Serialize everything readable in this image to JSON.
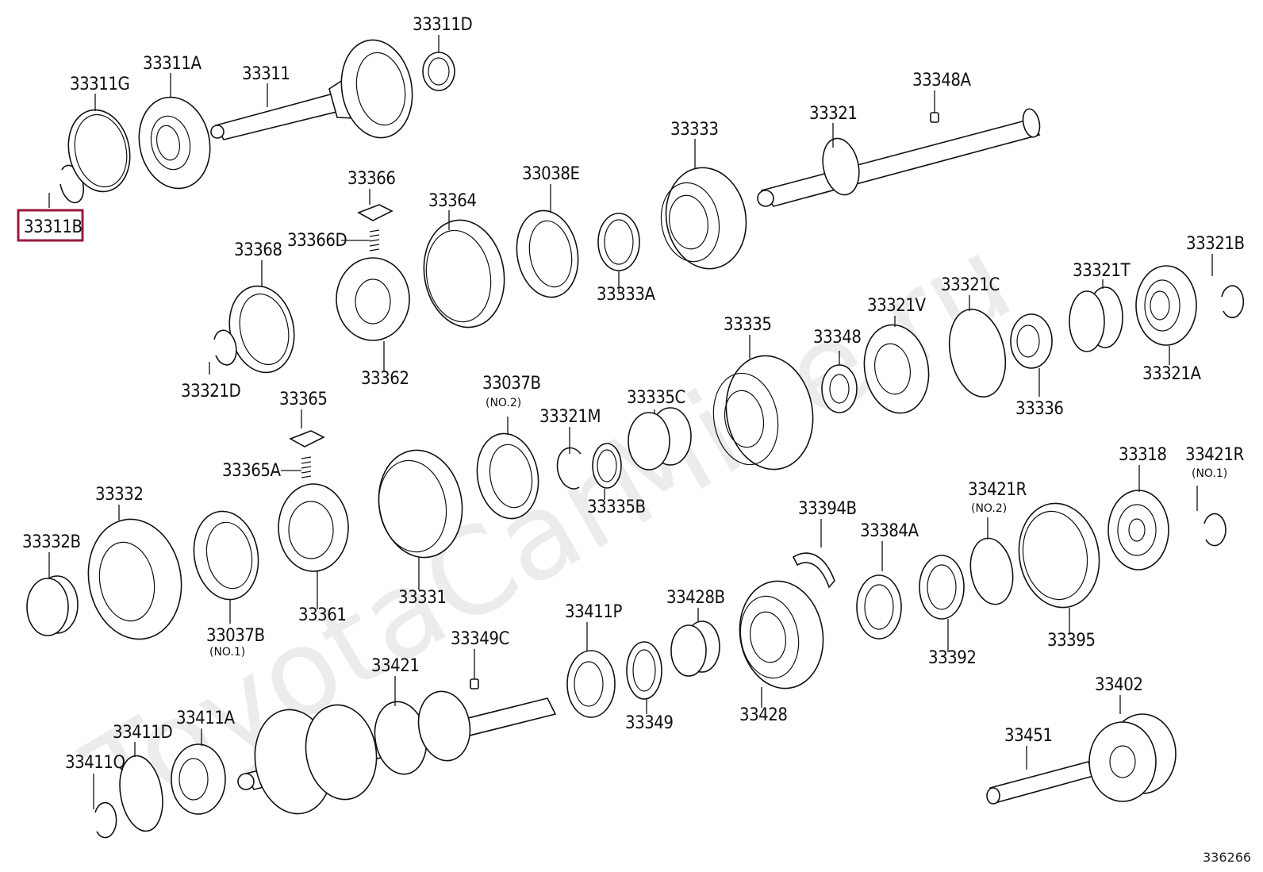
{
  "watermark": "ToyotaCarMine.ru",
  "diagram_ref": "336266",
  "highlighted_part": "33311B",
  "parts": [
    {
      "id": "p33311B",
      "label": "33311B"
    },
    {
      "id": "p33311G",
      "label": "33311G"
    },
    {
      "id": "p33311A",
      "label": "33311A"
    },
    {
      "id": "p33311",
      "label": "33311"
    },
    {
      "id": "p33311D",
      "label": "33311D"
    },
    {
      "id": "p33348A",
      "label": "33348A"
    },
    {
      "id": "p33321",
      "label": "33321"
    },
    {
      "id": "p33333",
      "label": "33333"
    },
    {
      "id": "p33038E",
      "label": "33038E"
    },
    {
      "id": "p33364",
      "label": "33364"
    },
    {
      "id": "p33366",
      "label": "33366"
    },
    {
      "id": "p33366D",
      "label": "33366D"
    },
    {
      "id": "p33368",
      "label": "33368"
    },
    {
      "id": "p33333A",
      "label": "33333A"
    },
    {
      "id": "p33321B",
      "label": "33321B"
    },
    {
      "id": "p33321T",
      "label": "33321T"
    },
    {
      "id": "p33321C",
      "label": "33321C"
    },
    {
      "id": "p33321V",
      "label": "33321V"
    },
    {
      "id": "p33348",
      "label": "33348"
    },
    {
      "id": "p33335",
      "label": "33335"
    },
    {
      "id": "p33362",
      "label": "33362"
    },
    {
      "id": "p33321D",
      "label": "33321D"
    },
    {
      "id": "p33321A",
      "label": "33321A"
    },
    {
      "id": "p33336",
      "label": "33336"
    },
    {
      "id": "p33365",
      "label": "33365"
    },
    {
      "id": "p33037B2",
      "label": "33037B",
      "sub": "(NO.2)"
    },
    {
      "id": "p33321M",
      "label": "33321M"
    },
    {
      "id": "p33335C",
      "label": "33335C"
    },
    {
      "id": "p33365A",
      "label": "33365A"
    },
    {
      "id": "p33332",
      "label": "33332"
    },
    {
      "id": "p33332B",
      "label": "33332B"
    },
    {
      "id": "p33335B",
      "label": "33335B"
    },
    {
      "id": "p33318",
      "label": "33318"
    },
    {
      "id": "p33421R1",
      "label": "33421R",
      "sub": "(NO.1)"
    },
    {
      "id": "p33421R2",
      "label": "33421R",
      "sub": "(NO.2)"
    },
    {
      "id": "p33394B",
      "label": "33394B"
    },
    {
      "id": "p33384A",
      "label": "33384A"
    },
    {
      "id": "p33331",
      "label": "33331"
    },
    {
      "id": "p33361",
      "label": "33361"
    },
    {
      "id": "p33037B1",
      "label": "33037B",
      "sub": "(NO.1)"
    },
    {
      "id": "p33411P",
      "label": "33411P"
    },
    {
      "id": "p33428B",
      "label": "33428B"
    },
    {
      "id": "p33349C",
      "label": "33349C"
    },
    {
      "id": "p33395",
      "label": "33395"
    },
    {
      "id": "p33392",
      "label": "33392"
    },
    {
      "id": "p33421",
      "label": "33421"
    },
    {
      "id": "p33349",
      "label": "33349"
    },
    {
      "id": "p33428",
      "label": "33428"
    },
    {
      "id": "p33402",
      "label": "33402"
    },
    {
      "id": "p33451",
      "label": "33451"
    },
    {
      "id": "p33411D",
      "label": "33411D"
    },
    {
      "id": "p33411A",
      "label": "33411A"
    },
    {
      "id": "p33411Q",
      "label": "33411Q"
    }
  ]
}
